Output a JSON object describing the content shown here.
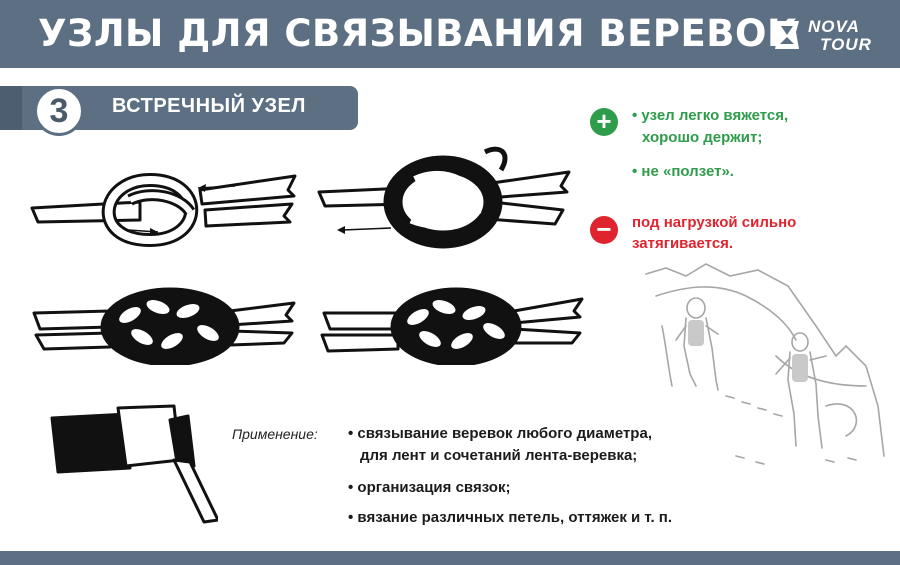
{
  "header": {
    "title": "УЗЛЫ ДЛЯ СВЯЗЫВАНИЯ ВЕРЕВОК"
  },
  "logo": {
    "line1": "NOVA",
    "line2": "TOUR"
  },
  "section": {
    "number": "3",
    "title": "ВСТРЕЧНЫЙ УЗЕЛ"
  },
  "pros": {
    "icon": "plus-icon",
    "items": [
      {
        "line1": "• узел легко вяжется,",
        "line2": "хорошо держит;"
      },
      {
        "line1": "• не «ползет»."
      }
    ]
  },
  "cons": {
    "icon": "minus-icon",
    "line1": "под нагрузкой сильно",
    "line2": "затягивается."
  },
  "usage": {
    "label": "Применение:",
    "items": [
      {
        "line1": "• связывание веревок любого диаметра,",
        "line2": "для лент и сочетаний лента-веревка;"
      },
      {
        "line1": "• организация связок;"
      },
      {
        "line1": "• вязание различных петель, оттяжек и т. п."
      }
    ]
  },
  "colors": {
    "header_bg": "#5d6f83",
    "pro_green": "#2e9c4a",
    "con_red": "#e0242f"
  }
}
